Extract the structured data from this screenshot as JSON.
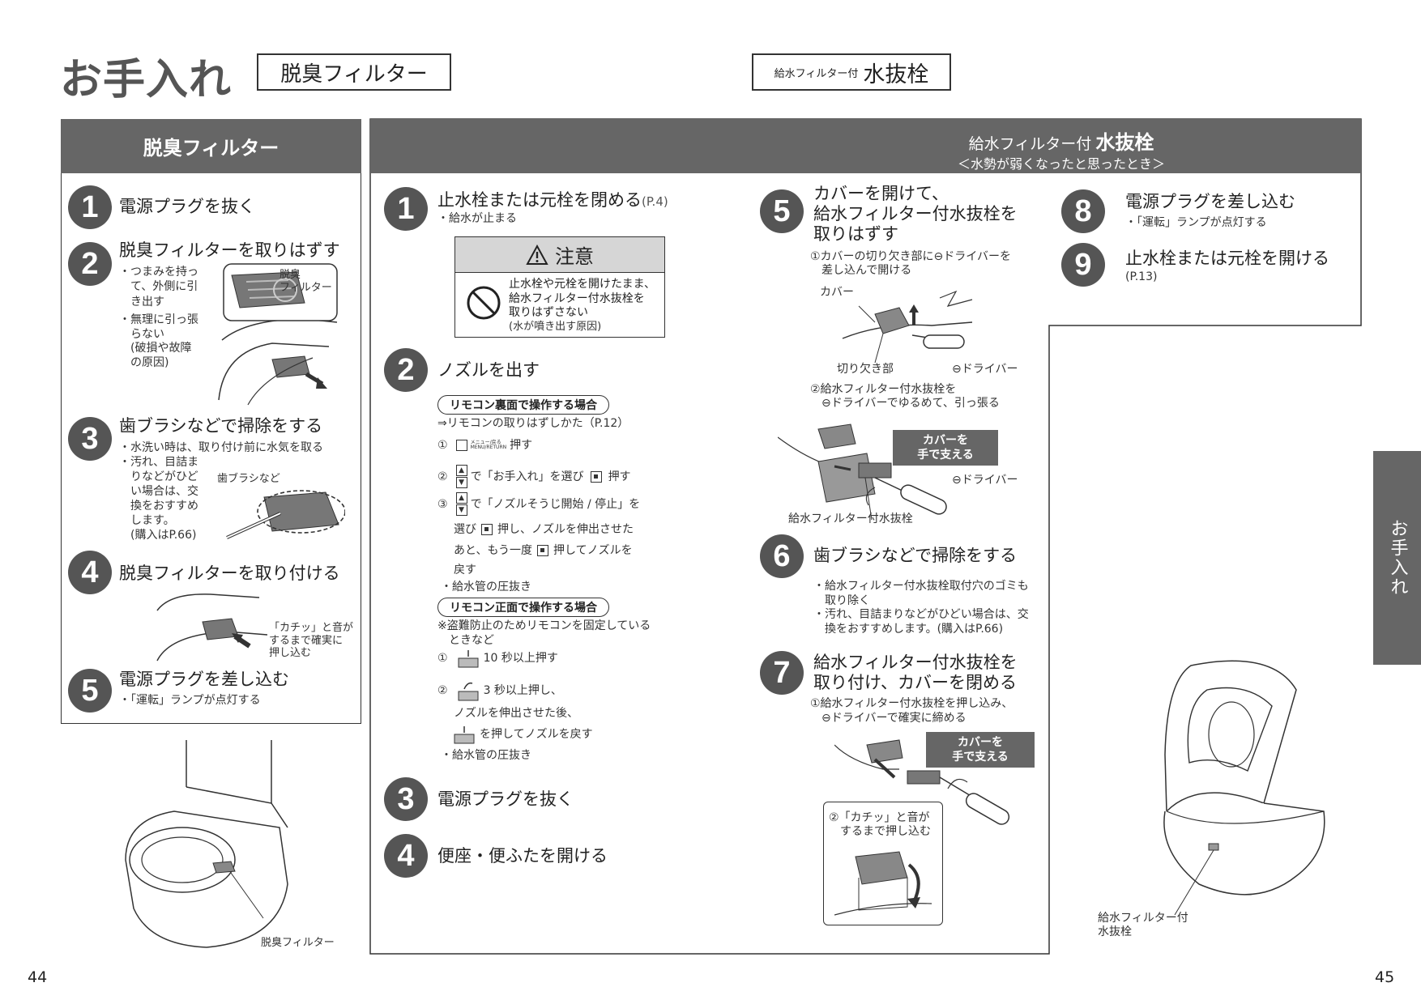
{
  "header": {
    "title": "お手入れ",
    "box1": "脱臭フィルター",
    "box2_prefix": "給水フィルター付",
    "box2_main": "水抜栓"
  },
  "left": {
    "header": "脱臭フィルター",
    "steps": [
      {
        "num": "1",
        "title": "電源プラグを抜く"
      },
      {
        "num": "2",
        "title": "脱臭フィルターを取りはずす"
      },
      {
        "num": "3",
        "title": "歯ブラシなどで掃除をする"
      },
      {
        "num": "4",
        "title": "脱臭フィルターを取り付ける"
      },
      {
        "num": "5",
        "title": "電源プラグを差し込む"
      }
    ],
    "s2_notes": [
      "・つまみを持っ",
      "　て、外側に引",
      "　き出す",
      "・無理に引っ張",
      "　らない",
      "　(破損や故障",
      "　の原因)"
    ],
    "s2_label": "脱臭\nフィルター",
    "s3_notes": [
      "・水洗い時は、取り付け前に水気を取る",
      "・汚れ、目詰ま",
      "　りなどがひど",
      "　い場合は、交",
      "　換をおすすめ",
      "　します。",
      "　(購入はP.66)"
    ],
    "s3_label": "歯ブラシなど",
    "s4_label": "「カチッ」と音が\nするまで確実に\n押し込む",
    "s5_note": "・「運転」ランプが点灯する",
    "bottom_label": "脱臭フィルター"
  },
  "right": {
    "header_prefix": "給水フィルター付",
    "header_main": "水抜栓",
    "header_sub": "＜水勢が弱くなったと思ったとき＞",
    "s1_title": "止水栓または元栓を閉める",
    "s1_ref": "(P.4)",
    "s1_note": "・給水が止まる",
    "caution_title": "注意",
    "caution_text": "止水栓や元栓を開けたまま、\n給水フィルター付水抜栓を\n取りはずさない",
    "caution_sub": "(水が噴き出す原因)",
    "s2_title": "ノズルを出す",
    "pill1": "リモコン裏面で操作する場合",
    "ref1": "⇒リモコンの取りはずしかた（P.12）",
    "rear_1a": "①",
    "rear_1_btn": "メニュー/戻る\nMENU/RETURN",
    "rear_1b": "押す",
    "rear_2a": "②",
    "rear_2b": "で「お手入れ」を選び",
    "rear_2c": "押す",
    "rear_3a": "③",
    "rear_3b": "で「ノズルそうじ開始 / 停止」を",
    "rear_3c": "選び",
    "rear_3d": "押し、ノズルを伸出させた",
    "rear_3e": "あと、もう一度",
    "rear_3f": "押してノズルを",
    "rear_3g": "戻す",
    "rear_note": "・給水管の圧抜き",
    "pill2": "リモコン正面で操作する場合",
    "front_note": "※盗難防止のためリモコンを固定している\n　ときなど",
    "front_1a": "①",
    "front_1b": "10 秒以上押す",
    "front_2a": "②",
    "front_2b": "3 秒以上押し、",
    "front_2c": "ノズルを伸出させた後、",
    "front_2d": "を押してノズルを戻す",
    "front_note2": "・給水管の圧抜き",
    "s3_title": "電源プラグを抜く",
    "s4_title": "便座・便ふたを開ける",
    "s5_title": "カバーを開けて、\n給水フィルター付水抜栓を\n取りはずす",
    "s5_sub1": "①カバーの切り欠き部に⊖ドライバーを\n　差し込んで開ける",
    "s5_cover": "カバー",
    "s5_notch": "切り欠き部",
    "s5_driver": "⊖ドライバー",
    "s5_sub2": "②給水フィルター付水抜栓を\n　⊖ドライバーでゆるめて、引っ張る",
    "callout": "カバーを\n手で支える",
    "s5_driver2": "⊖ドライバー",
    "s5_valve": "給水フィルター付水抜栓",
    "s6_title": "歯ブラシなどで掃除をする",
    "s6_notes": "・給水フィルター付水抜栓取付穴のゴミも\n　取り除く\n・汚れ、目詰まりなどがひどい場合は、交\n　換をおすすめします。(購入はP.66)",
    "s7_title": "給水フィルター付水抜栓を\n取り付け、カバーを閉める",
    "s7_sub": "①給水フィルター付水抜栓を押し込み、\n　⊖ドライバーで確実に締める",
    "s7_callout": "カバーを\n手で支える",
    "s7_click": "②「カチッ」と音が\n　するまで押し込む",
    "s8_title": "電源プラグを差し込む",
    "s8_note": "・「運転」ランプが点灯する",
    "s9_title": "止水栓または元栓を開ける",
    "s9_ref": "(P.13)",
    "toilet_label": "給水フィルター付\n水抜栓",
    "nums": [
      "1",
      "2",
      "3",
      "4",
      "5",
      "6",
      "7",
      "8",
      "9"
    ]
  },
  "side_tab": "お手入れ",
  "page_left": "44",
  "page_right": "45"
}
